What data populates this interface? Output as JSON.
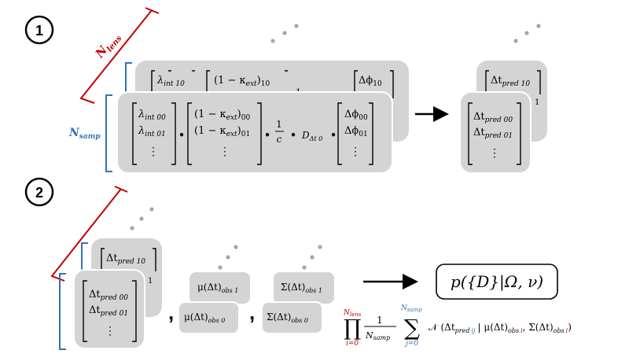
{
  "step1": {
    "number": "1",
    "n_lens_label": "N",
    "n_lens_sub": "lens",
    "n_samp_label": "N",
    "n_samp_sub": "samp",
    "back_lambda": "λ",
    "back_lambda_sub": "int 10",
    "back_kappa": "(1 − κ",
    "back_kappa_sub": "ext",
    "back_kappa_tail": ")",
    "back_kappa_idx": "10",
    "back_one": "1",
    "back_phi": "Δϕ",
    "back_phi_sub": "10",
    "front_lambda_00": "λ",
    "front_lambda_00_sub": "int 00",
    "front_lambda_01": "λ",
    "front_lambda_01_sub": "int 01",
    "front_kappa_00": "(1 − κ",
    "front_kappa_00_sub": "ext",
    "front_kappa_00_idx": "00",
    "front_kappa_01": "(1 − κ",
    "front_kappa_01_sub": "ext",
    "front_kappa_01_idx": "01",
    "frac_num": "1",
    "frac_den": "c",
    "dist": "D",
    "dist_sub": "Δt 0",
    "front_phi_00": "Δϕ",
    "front_phi_00_sub": "00",
    "front_phi_01": "Δϕ",
    "front_phi_01_sub": "01",
    "vdots": "⋮",
    "dot": "•",
    "result_back": "Δt",
    "result_back_sub": "pred 10",
    "result_back_extra": "1",
    "result_front_00": "Δt",
    "result_front_00_sub": "pred 00",
    "result_front_01": "Δt",
    "result_front_01_sub": "pred 01"
  },
  "step2": {
    "number": "2",
    "pred_back": "Δt",
    "pred_back_sub": "pred 10",
    "pred_back_extra": "1",
    "pred_front_00": "Δt",
    "pred_front_00_sub": "pred 00",
    "pred_front_01": "Δt",
    "pred_front_01_sub": "pred 01",
    "comma": ",",
    "mu_back": "μ(Δt)",
    "mu_back_sub": "obs 1",
    "mu_front": "μ(Δt)",
    "mu_front_sub": "obs 0",
    "sigma_back": "Σ(Δt)",
    "sigma_back_sub": "obs 1",
    "sigma_front": "Σ(Δt)",
    "sigma_front_sub": "obs 0",
    "likelihood": "p({D}|Ω, ν)",
    "prod_symbol": "∏",
    "prod_upper": "N",
    "prod_upper_sub": "lens",
    "prod_lower": "i=0",
    "frac_num": "1",
    "frac_den": "N",
    "frac_den_sub": "samp",
    "sum_symbol": "∑",
    "sum_upper": "N",
    "sum_upper_sub": "samp",
    "sum_lower": "j=0",
    "normal": "𝒩",
    "term_open": "(Δt",
    "term_pred_sub": "pred",
    "term_pred_ij": "ij",
    "term_bar": "| μ(Δt)",
    "term_obs_sub": "obs",
    "term_obs_i": "i",
    "term_sigma": ", Σ(Δt)",
    "term_sigma_sub": "obs",
    "term_sigma_i": "i",
    "term_close": ")"
  },
  "colors": {
    "panel": "#d4d4d4",
    "panel_edge": "#ffffff",
    "red": "#c00000",
    "blue": "#2e75b6",
    "dots": "#a6a6a6"
  }
}
